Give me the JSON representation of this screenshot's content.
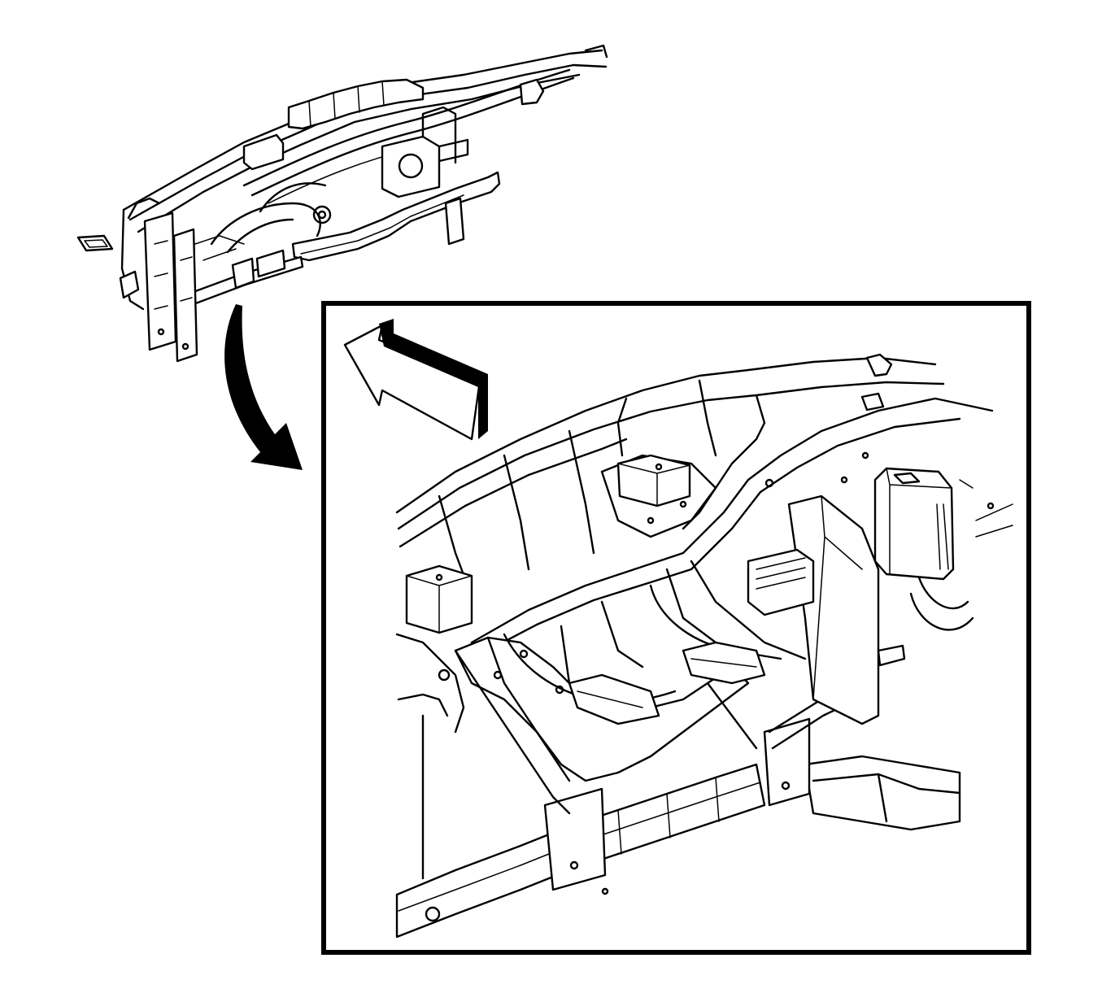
{
  "figure": {
    "overview": "instrument-panel-carrier-overview",
    "detail": "detail-view-bracket-area",
    "callout_arrow": "curved-arrow-to-detail",
    "direction_arrow": "front-of-vehicle-arrow"
  },
  "colors": {
    "line": "#000000",
    "background": "#ffffff"
  }
}
